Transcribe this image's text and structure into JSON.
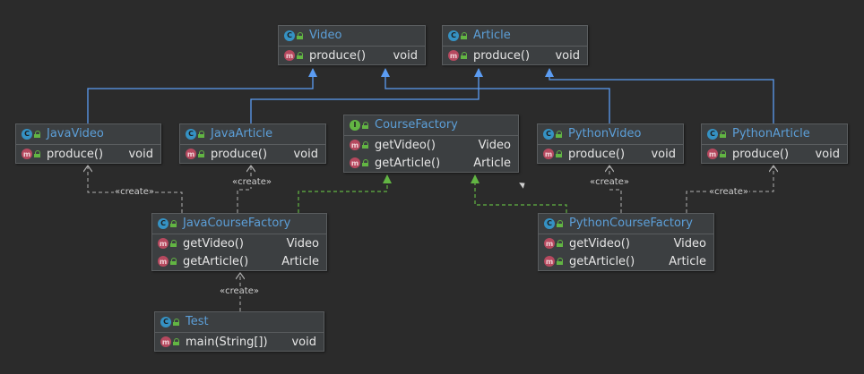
{
  "stereotype": "«create»",
  "colors": {
    "background": "#2b2b2b",
    "class_box": "#3c3f41",
    "class_name": "#5c9fd8",
    "extends_arrow": "#5b9cf2",
    "implements_arrow": "#62b543",
    "dependency": "#b0b0b0"
  },
  "classes": [
    {
      "id": "video",
      "kind": "class",
      "name": "Video",
      "members": [
        {
          "name": "produce()",
          "type": "void"
        }
      ]
    },
    {
      "id": "article",
      "kind": "class",
      "name": "Article",
      "members": [
        {
          "name": "produce()",
          "type": "void"
        }
      ]
    },
    {
      "id": "javavideo",
      "kind": "class",
      "name": "JavaVideo",
      "members": [
        {
          "name": "produce()",
          "type": "void"
        }
      ]
    },
    {
      "id": "javaarticle",
      "kind": "class",
      "name": "JavaArticle",
      "members": [
        {
          "name": "produce()",
          "type": "void"
        }
      ]
    },
    {
      "id": "coursefactory",
      "kind": "interface",
      "name": "CourseFactory",
      "members": [
        {
          "name": "getVideo()",
          "type": "Video"
        },
        {
          "name": "getArticle()",
          "type": "Article"
        }
      ]
    },
    {
      "id": "pythonvideo",
      "kind": "class",
      "name": "PythonVideo",
      "members": [
        {
          "name": "produce()",
          "type": "void"
        }
      ]
    },
    {
      "id": "pythonarticle",
      "kind": "class",
      "name": "PythonArticle",
      "members": [
        {
          "name": "produce()",
          "type": "void"
        }
      ]
    },
    {
      "id": "javacoursefactory",
      "kind": "class",
      "name": "JavaCourseFactory",
      "members": [
        {
          "name": "getVideo()",
          "type": "Video"
        },
        {
          "name": "getArticle()",
          "type": "Article"
        }
      ]
    },
    {
      "id": "pythoncoursefactory",
      "kind": "class",
      "name": "PythonCourseFactory",
      "members": [
        {
          "name": "getVideo()",
          "type": "Video"
        },
        {
          "name": "getArticle()",
          "type": "Article"
        }
      ]
    },
    {
      "id": "test",
      "kind": "class",
      "name": "Test",
      "members": [
        {
          "name": "main(String[])",
          "type": "void"
        }
      ]
    }
  ]
}
